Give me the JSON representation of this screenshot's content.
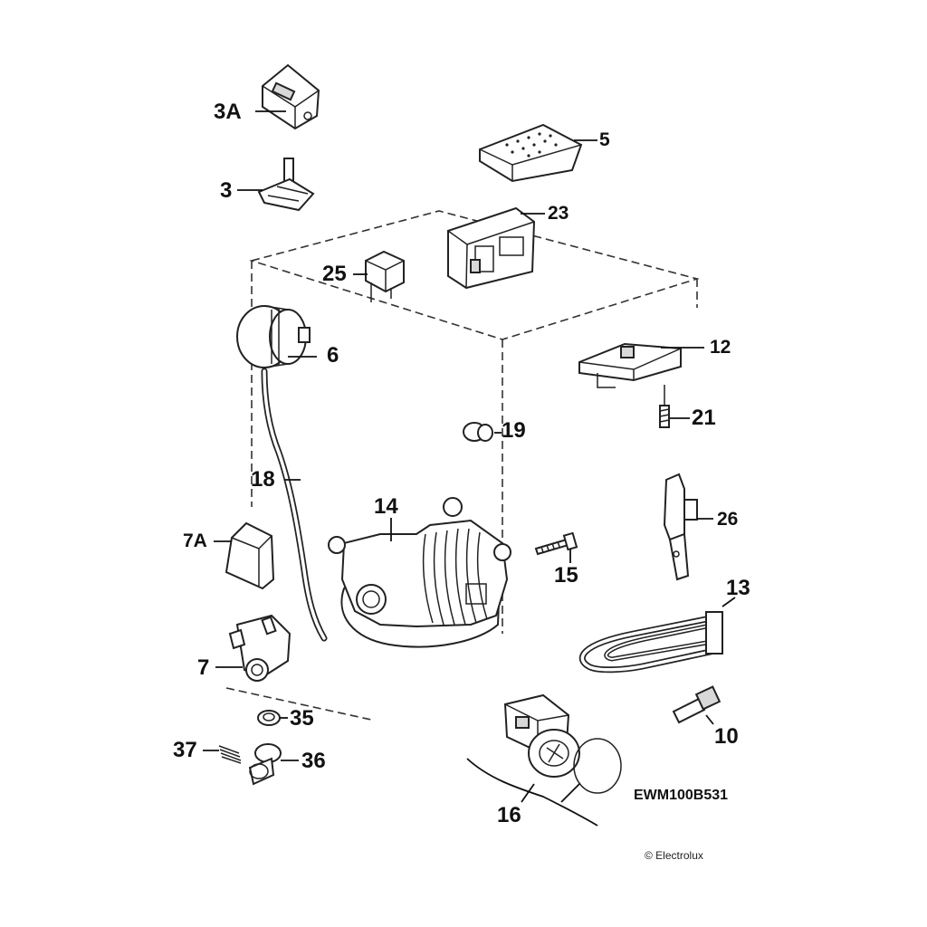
{
  "diagram": {
    "code": "EWM100B531",
    "copyright": "© Electrolux",
    "labels": {
      "p3a": "3A",
      "p3": "3",
      "p5": "5",
      "p23": "23",
      "p25": "25",
      "p6": "6",
      "p12": "12",
      "p21": "21",
      "p19": "19",
      "p18": "18",
      "p14": "14",
      "p26": "26",
      "p7a": "7A",
      "p15": "15",
      "p13": "13",
      "p7": "7",
      "p10": "10",
      "p35": "35",
      "p37": "37",
      "p36": "36",
      "p16": "16"
    }
  }
}
